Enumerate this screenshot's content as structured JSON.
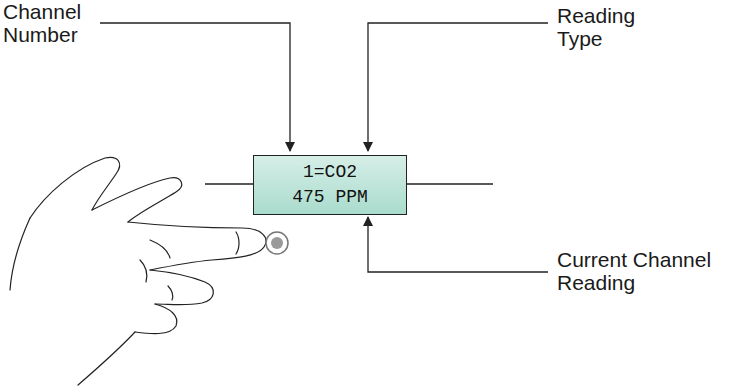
{
  "diagram": {
    "nodes": [
      {
        "text": [
          "1=CO2",
          "475 PPM"
        ]
      }
    ],
    "labels": [
      "Channel Number",
      "Reading Type",
      "Current Channel Reading"
    ]
  }
}
